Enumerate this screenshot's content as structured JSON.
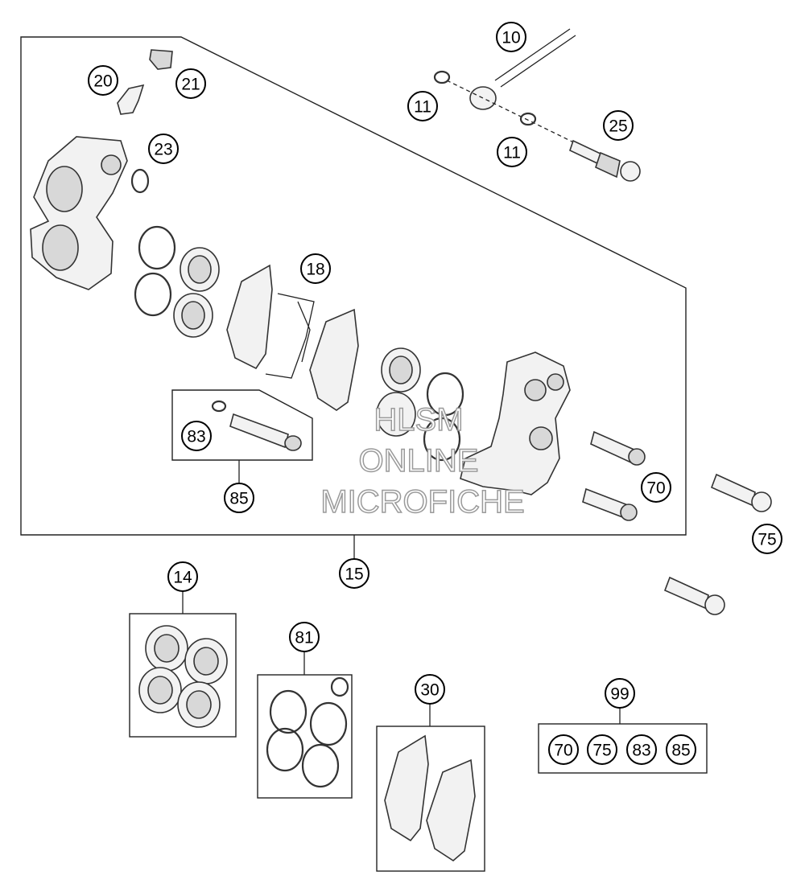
{
  "diagram": {
    "callouts": {
      "c10": "10",
      "c11a": "11",
      "c11b": "11",
      "c25": "25",
      "c20": "20",
      "c21": "21",
      "c23": "23",
      "c18": "18",
      "c83": "83",
      "c85": "85",
      "c70": "70",
      "c75": "75",
      "c15": "15",
      "c14": "14",
      "c81": "81",
      "c30": "30",
      "c99": "99",
      "k70": "70",
      "k75": "75",
      "k83": "83",
      "k85": "85"
    },
    "watermark": {
      "line1": "HLSM",
      "line2": "ONLINE",
      "line3": "MICROFICHE"
    }
  }
}
